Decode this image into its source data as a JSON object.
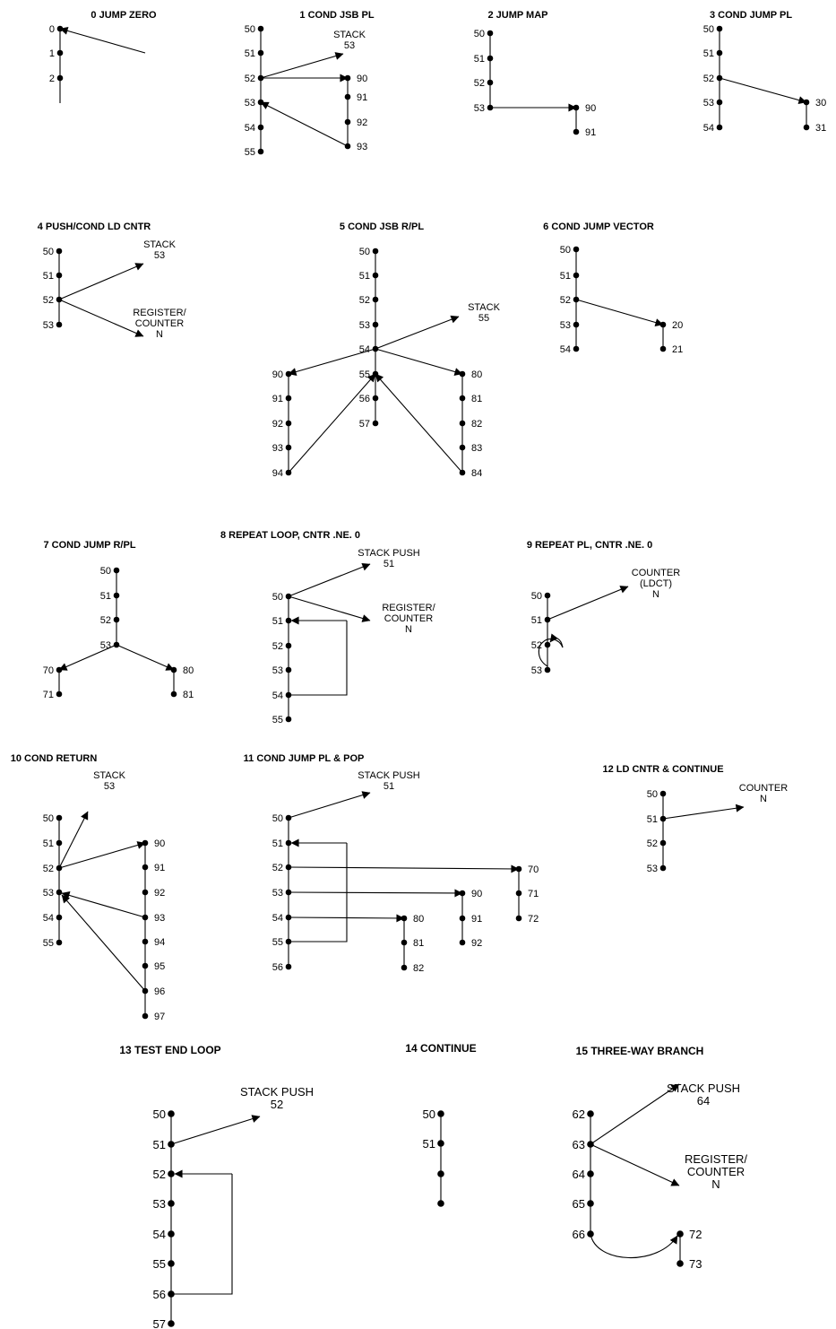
{
  "diagrams": [
    {
      "id": "d0",
      "title": "0 JUMP ZERO",
      "nodes": [
        "0",
        "1",
        "2"
      ],
      "targets": []
    },
    {
      "id": "d1",
      "title": "1 COND JSB PL",
      "nodes": [
        "50",
        "51",
        "52",
        "53",
        "54",
        "55",
        "90",
        "91",
        "92",
        "93"
      ],
      "targets": [
        {
          "id": "stack",
          "lines": [
            "STACK",
            "53"
          ]
        }
      ]
    },
    {
      "id": "d2",
      "title": "2 JUMP MAP",
      "nodes": [
        "50",
        "51",
        "52",
        "53",
        "90",
        "91"
      ],
      "targets": []
    },
    {
      "id": "d3",
      "title": "3 COND JUMP PL",
      "nodes": [
        "50",
        "51",
        "52",
        "53",
        "54",
        "30",
        "31"
      ],
      "targets": []
    },
    {
      "id": "d4",
      "title": "4 PUSH/COND LD CNTR",
      "nodes": [
        "50",
        "51",
        "52",
        "53"
      ],
      "targets": [
        {
          "id": "stack",
          "lines": [
            "STACK",
            "53"
          ]
        },
        {
          "id": "register",
          "lines": [
            "REGISTER/",
            "COUNTER",
            "N"
          ]
        }
      ]
    },
    {
      "id": "d5",
      "title": "5 COND JSB R/PL",
      "nodes": [
        "50",
        "51",
        "52",
        "53",
        "54",
        "55",
        "56",
        "57",
        "90",
        "91",
        "92",
        "93",
        "94",
        "80",
        "81",
        "82",
        "83",
        "84"
      ],
      "targets": [
        {
          "id": "stack",
          "lines": [
            "STACK",
            "55"
          ]
        }
      ]
    },
    {
      "id": "d6",
      "title": "6 COND JUMP VECTOR",
      "nodes": [
        "50",
        "51",
        "52",
        "53",
        "54",
        "20",
        "21"
      ],
      "targets": []
    },
    {
      "id": "d7",
      "title": "7 COND JUMP R/PL",
      "nodes": [
        "50",
        "51",
        "52",
        "53",
        "70",
        "71",
        "80",
        "81"
      ],
      "targets": []
    },
    {
      "id": "d8",
      "title": "8 REPEAT LOOP, CNTR .NE. 0",
      "nodes": [
        "50",
        "51",
        "52",
        "53",
        "54",
        "55"
      ],
      "targets": [
        {
          "id": "stack",
          "lines": [
            "STACK PUSH",
            "51"
          ]
        },
        {
          "id": "register",
          "lines": [
            "REGISTER/",
            "COUNTER",
            "N"
          ]
        }
      ]
    },
    {
      "id": "d9",
      "title": "9 REPEAT PL, CNTR .NE. 0",
      "nodes": [
        "50",
        "51",
        "52",
        "53"
      ],
      "targets": [
        {
          "id": "counter",
          "lines": [
            "COUNTER",
            "(LDCT)",
            "N"
          ]
        }
      ]
    },
    {
      "id": "d10",
      "title": "10 COND RETURN",
      "nodes": [
        "50",
        "51",
        "52",
        "53",
        "54",
        "55",
        "90",
        "91",
        "92",
        "93",
        "94",
        "95",
        "96",
        "97"
      ],
      "targets": [
        {
          "id": "stack",
          "lines": [
            "STACK",
            "53"
          ]
        }
      ]
    },
    {
      "id": "d11",
      "title": "11 COND JUMP PL & POP",
      "nodes": [
        "50",
        "51",
        "52",
        "53",
        "54",
        "55",
        "56",
        "70",
        "71",
        "72",
        "90",
        "91",
        "92",
        "80",
        "81",
        "82"
      ],
      "targets": [
        {
          "id": "stack",
          "lines": [
            "STACK PUSH",
            "51"
          ]
        }
      ]
    },
    {
      "id": "d12",
      "title": "12 LD CNTR & CONTINUE",
      "nodes": [
        "50",
        "51",
        "52",
        "53"
      ],
      "targets": [
        {
          "id": "counter",
          "lines": [
            "COUNTER",
            "N"
          ]
        }
      ]
    },
    {
      "id": "d13",
      "title": "13 TEST END LOOP",
      "nodes": [
        "50",
        "51",
        "52",
        "53",
        "54",
        "55",
        "56",
        "57"
      ],
      "targets": [
        {
          "id": "stack",
          "lines": [
            "STACK PUSH",
            "52"
          ]
        }
      ]
    },
    {
      "id": "d14",
      "title": "14 CONTINUE",
      "nodes": [
        "50",
        "51",
        "",
        ""
      ],
      "targets": []
    },
    {
      "id": "d15",
      "title": "15 THREE-WAY BRANCH",
      "nodes": [
        "62",
        "63",
        "64",
        "65",
        "66",
        "72",
        "73"
      ],
      "targets": [
        {
          "id": "stack",
          "lines": [
            "STACK PUSH",
            "64"
          ]
        },
        {
          "id": "register",
          "lines": [
            "REGISTER/",
            "COUNTER",
            "N"
          ]
        }
      ]
    }
  ]
}
